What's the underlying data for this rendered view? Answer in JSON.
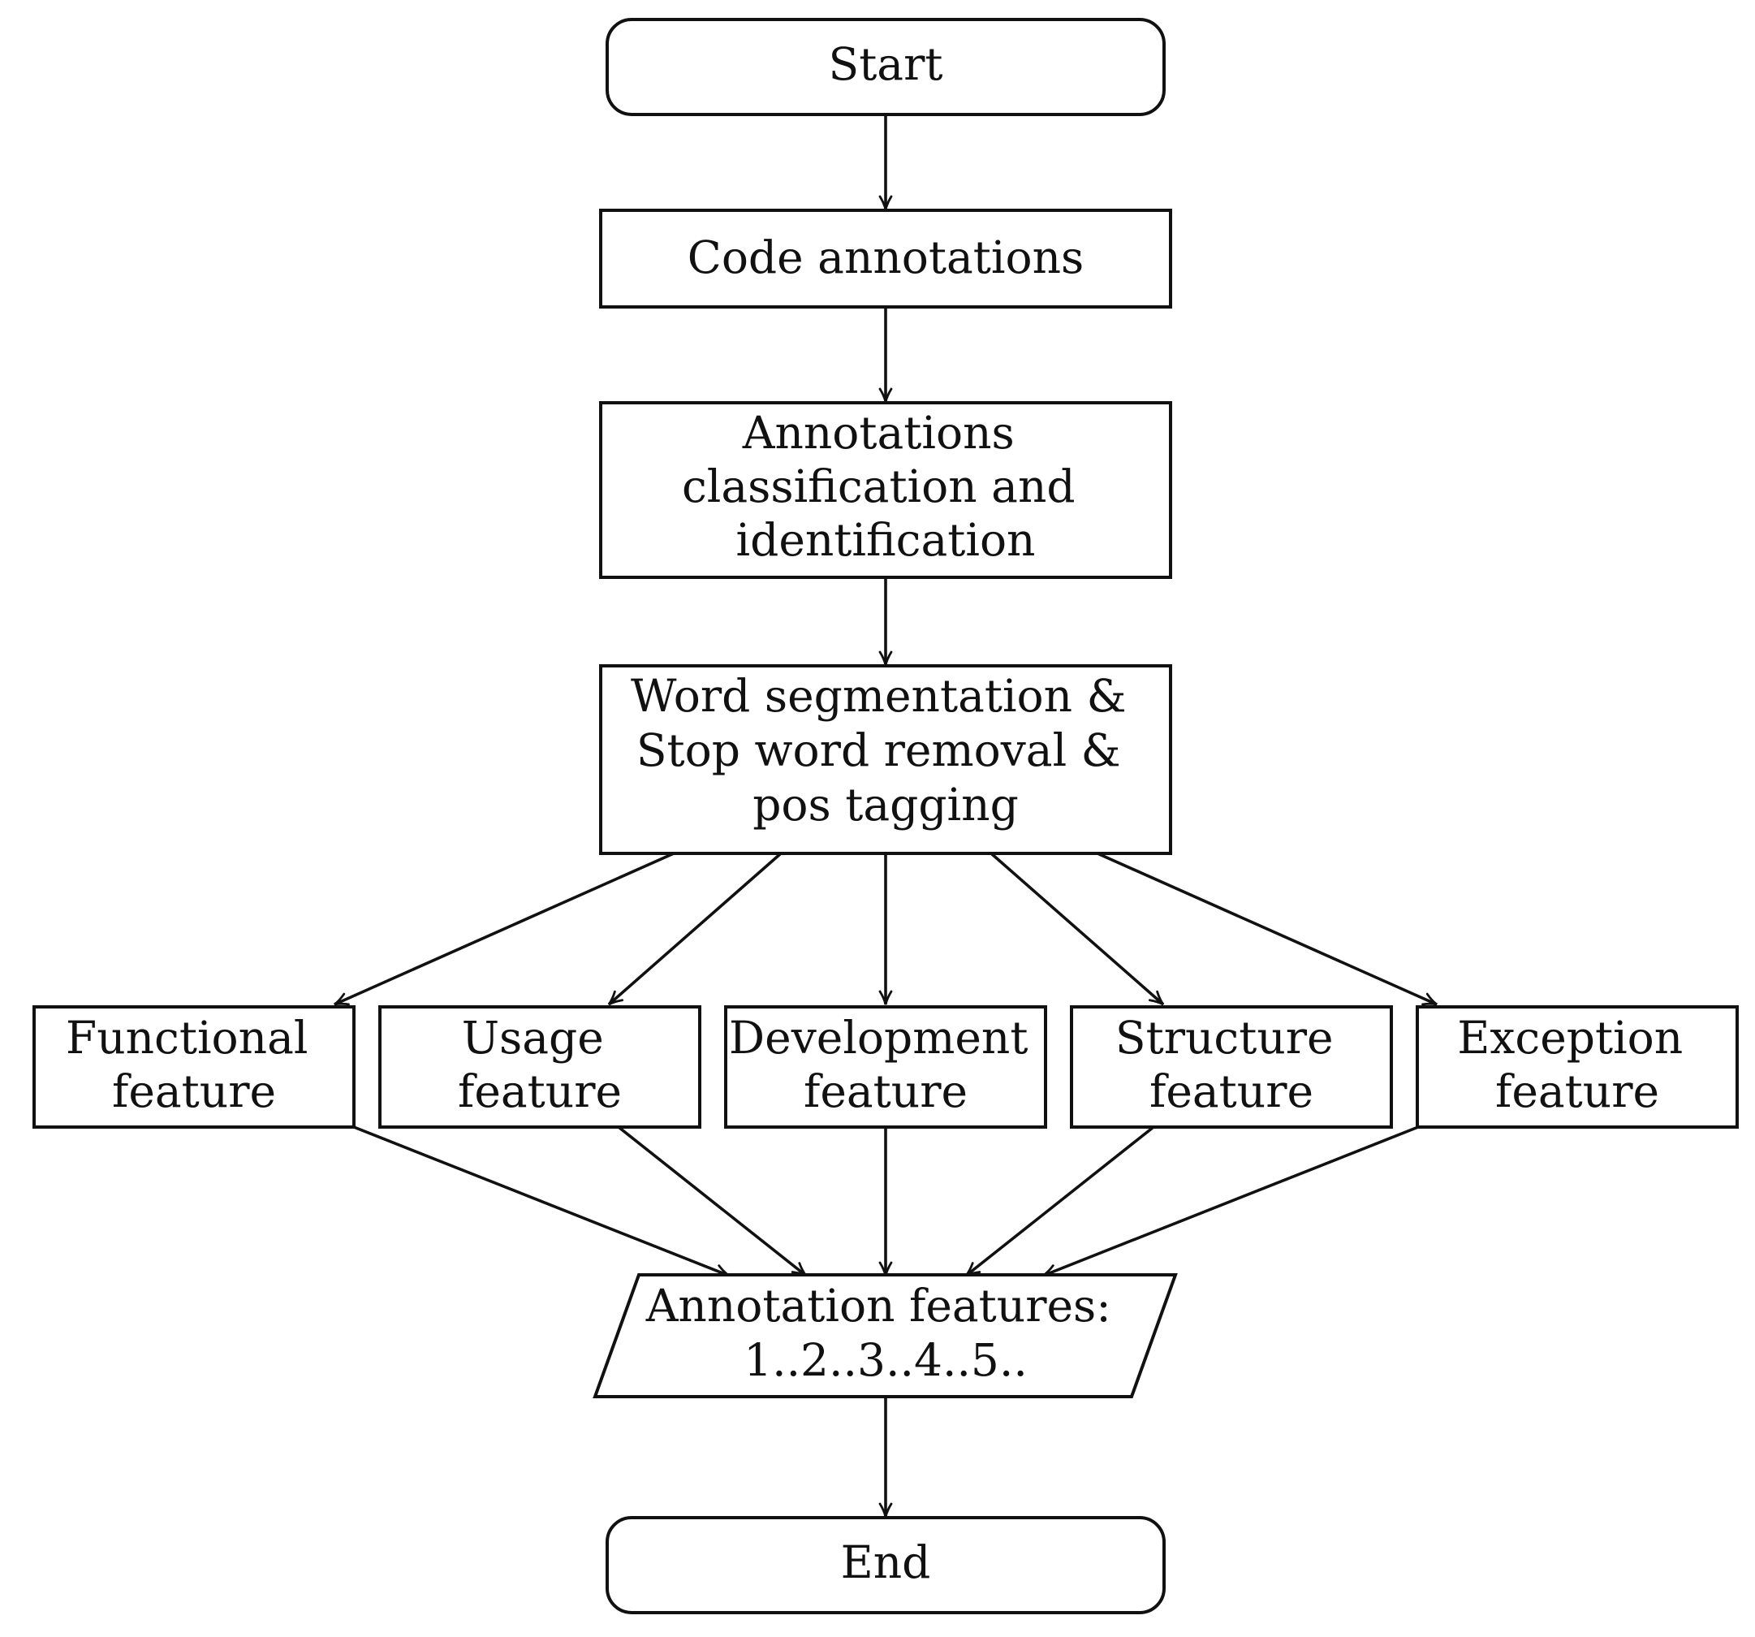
{
  "nodes": {
    "start": {
      "lines": [
        "Start"
      ]
    },
    "code_annotations": {
      "lines": [
        "Code annotations"
      ]
    },
    "classification": {
      "lines": [
        "Annotations",
        "classification and",
        "identification"
      ]
    },
    "preprocessing": {
      "lines": [
        "Word segmentation &",
        "Stop word removal &",
        "pos tagging"
      ]
    },
    "functional": {
      "lines": [
        "Functional",
        "feature"
      ]
    },
    "usage": {
      "lines": [
        "Usage",
        "feature"
      ]
    },
    "development": {
      "lines": [
        "Development",
        "feature"
      ]
    },
    "structure": {
      "lines": [
        "Structure",
        "feature"
      ]
    },
    "exception": {
      "lines": [
        "Exception",
        "feature"
      ]
    },
    "features_output": {
      "lines": [
        "Annotation features:",
        "1..2..3..4..5.."
      ]
    },
    "end": {
      "lines": [
        "End"
      ]
    }
  },
  "colors": {
    "stroke": "#111111",
    "fill": "#ffffff"
  }
}
